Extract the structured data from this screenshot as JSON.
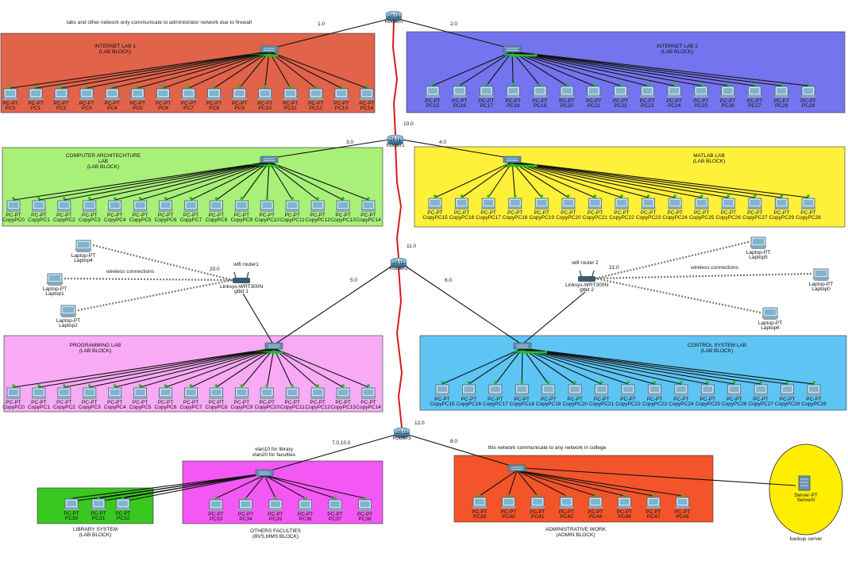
{
  "note": "labs and other network only communicate to administrator network due to firewall",
  "colors": {
    "lab1": "#e0634a",
    "lab2": "#7474ee",
    "arch": "#a8f078",
    "matlab": "#fff03a",
    "prog": "#f8aaf4",
    "control": "#5ec4f4",
    "library": "#38c820",
    "faculties": "#f458f4",
    "admin": "#f4542a",
    "backup": "#ffee00",
    "backbone": "#d81a1a",
    "link": "#111111",
    "port": "#20c020"
  },
  "routers": [
    {
      "id": "r0",
      "model": "2811",
      "name": "Router0"
    },
    {
      "id": "r1",
      "model": "2811",
      "name": "Router1"
    },
    {
      "id": "r2",
      "model": "2811",
      "name": "Router2"
    },
    {
      "id": "r3",
      "model": "2811",
      "name": "Router3"
    }
  ],
  "backbone_labels": [
    "10.0",
    "11.0",
    "12.0"
  ],
  "link_labels": [
    "1.0",
    "2.0",
    "3.0",
    "4.0",
    "5.0",
    "6.0",
    "7.0,10.0",
    "8.0",
    "20.0",
    "21.0"
  ],
  "blocks": [
    {
      "id": "lab1",
      "title": [
        "INTERNET LAB 1",
        "(LAB BLOCK)"
      ],
      "pcs": [
        "PC0",
        "PC1",
        "PC2",
        "PC3",
        "PC4",
        "PC5",
        "PC6",
        "PC7",
        "PC8",
        "PC9",
        "PC10",
        "PC11",
        "PC12",
        "PC13",
        "PC14"
      ]
    },
    {
      "id": "lab2",
      "title": [
        "INTERNET LAB 2",
        "(LAB BLOCK)"
      ],
      "pcs": [
        "PC15",
        "PC16",
        "PC17",
        "PC18",
        "PC19",
        "PC20",
        "PC21",
        "PC22",
        "PC23",
        "PC24",
        "PC25",
        "PC26",
        "PC27",
        "PC29",
        "PC28"
      ]
    },
    {
      "id": "arch",
      "title": [
        "COMPUTER ARCHITECHTURE",
        "LAB",
        "(LAB BLOCK)"
      ],
      "pcs": [
        "CopyPC0",
        "CopyPC1",
        "CopyPC2",
        "CopyPC3",
        "CopyPC4",
        "CopyPC5",
        "CopyPC6",
        "CopyPC7",
        "CopyPC8",
        "CopyPC9",
        "CopyPC10",
        "CopyPC11",
        "CopyPC12",
        "CopyPC13",
        "CopyPC14"
      ]
    },
    {
      "id": "matlab",
      "title": [
        "MATLAB LAB",
        "(LAB BLOCK)"
      ],
      "pcs": [
        "CopyPC15",
        "CopyPC16",
        "CopyPC17",
        "CopyPC18",
        "CopyPC19",
        "CopyPC20",
        "CopyPC21",
        "CopyPC22",
        "CopyPC23",
        "CopyPC24",
        "CopyPC25",
        "CopyPC26",
        "CopyPC27",
        "CopyPC29",
        "CopyPC28"
      ]
    },
    {
      "id": "prog",
      "title": [
        "PROGRAMMING LAB",
        "(LAB BLOCK)"
      ],
      "pcs": [
        "CopyPC0",
        "CopyPC1",
        "CopyPC2",
        "CopyPC3",
        "CopyPC4",
        "CopyPC5",
        "CopyPC6",
        "CopyPC7",
        "CopyPC8",
        "CopyPC9",
        "CopyPC10",
        "CopyPC11",
        "CopyPC12",
        "CopyPC13",
        "CopyPC14"
      ]
    },
    {
      "id": "control",
      "title": [
        "CONTROL SYSTEM LAB",
        "(LAB BLOCK)"
      ],
      "pcs": [
        "CopyPC15",
        "CopyPC16",
        "CopyPC17",
        "CopyPC18",
        "CopyPC19",
        "CopyPC20",
        "CopyPC21",
        "CopyPC22",
        "CopyPC23",
        "CopyPC24",
        "CopyPC25",
        "CopyPC26",
        "CopyPC27",
        "CopyPC29",
        "CopyPC28"
      ]
    },
    {
      "id": "library",
      "caption": [
        "LIBRARY  SYSTEM",
        "(LAB BLOCK)"
      ],
      "pcs": [
        "PC30",
        "PC31",
        "PC32"
      ]
    },
    {
      "id": "faculties",
      "title": [
        "vlan10 for library",
        "vlan20 for faculties"
      ],
      "caption": [
        "OTHERS FACULTIES",
        "(BVS,MMS BLOCK)"
      ],
      "pcs": [
        "PC33",
        "PC34",
        "PC35",
        "PC36",
        "PC37",
        "PC38"
      ]
    },
    {
      "id": "admin",
      "title": [
        "this network communicate to any network in college"
      ],
      "caption": [
        "ADMINISTRATIVE WORK",
        "(ADMIN BLOCK)"
      ],
      "pcs": [
        "PC39",
        "PC40",
        "PC41",
        "PC42",
        "PC44",
        "PC46",
        "PC47",
        "PC48"
      ]
    }
  ],
  "pc_type": "PC-PT",
  "wifi": [
    {
      "id": "w1",
      "title": "wifi router1",
      "model": "Linksys-WRT300N",
      "name": "gtbit 1",
      "note": "wireless connections",
      "laptops": [
        "Laptop4",
        "Laptop1",
        "Laptop2"
      ]
    },
    {
      "id": "w2",
      "title": "wifi router 2",
      "model": "Linksys-WRT300N",
      "name": "gtbit 2",
      "note": "wireless connections",
      "laptops": [
        "Laptop5",
        "Laptop0",
        "Laptop6"
      ]
    }
  ],
  "laptop_type": "Laptop-PT",
  "server": {
    "type": "Server-PT",
    "name": "Server0",
    "caption": "backup server"
  }
}
